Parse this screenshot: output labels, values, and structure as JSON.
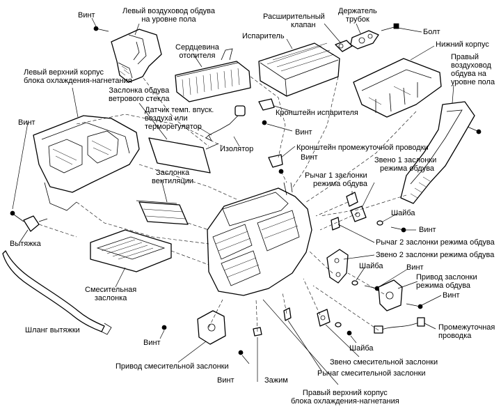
{
  "labels": {
    "vint": "Винт",
    "left_floor_duct": [
      "Левый воздуховод обдува",
      "на уровне пола"
    ],
    "heater_core": [
      "Сердцевина",
      "отопителя"
    ],
    "expansion_valve": [
      "Расширительный",
      "клапан"
    ],
    "tube_holder": [
      "Держатель",
      "трубок"
    ],
    "evaporator": "Испаритель",
    "bolt": "Болт",
    "lower_case": "Нижний корпус",
    "right_floor_duct": [
      "Правый",
      "воздуховод",
      "обдува на",
      "уровне пола"
    ],
    "left_upper_case": [
      "Левый верхний корпус",
      "блока охлаждения-нагнетания"
    ],
    "windshield_flap": [
      "Заслонка обдува",
      "ветрового стекла"
    ],
    "temp_sensor": [
      "Датчик темп. впуск.",
      "воздуха или",
      "терморегулятор"
    ],
    "evaporator_bracket": "Кронштейн испарителя",
    "insulator": "Изолятор",
    "intermediate_wiring_bracket": "Кронштейн промежуточной проводки",
    "vent_flap": [
      "Заслонка",
      "вентиляции"
    ],
    "mode_flap_lever1": [
      "Рычаг 1 заслонки",
      "режима обдува"
    ],
    "mode_flap_link1": [
      "Звено 1 заслонки",
      "режима обдува"
    ],
    "washer": "Шайба",
    "exhaust": "Вытяжка",
    "mode_flap_lever2": "Рычаг 2 заслонки режима обдува",
    "mode_flap_link2": "Звено 2 заслонки режима обдува",
    "mode_flap_drive": [
      "Привод заслонки",
      "режима обдува"
    ],
    "mixing_flap": [
      "Смесительная",
      "заслонка"
    ],
    "exhaust_hose": "Шланг вытяжки",
    "intermediate_wiring": [
      "Промежуточная",
      "проводка"
    ],
    "mixing_flap_drive": "Привод смесительной заслонки",
    "mixing_flap_link": "Звено смесительной заслонки",
    "clamp": "Зажим",
    "mixing_flap_lever": "Рычаг смесительной заслонки",
    "right_upper_case": [
      "Правый верхний корпус",
      "блока охлаждения-нагнетания"
    ]
  },
  "icons": [
    "screw-icon",
    "bolt-icon",
    "washer-icon",
    "clamp-icon",
    "sensor-icon"
  ]
}
